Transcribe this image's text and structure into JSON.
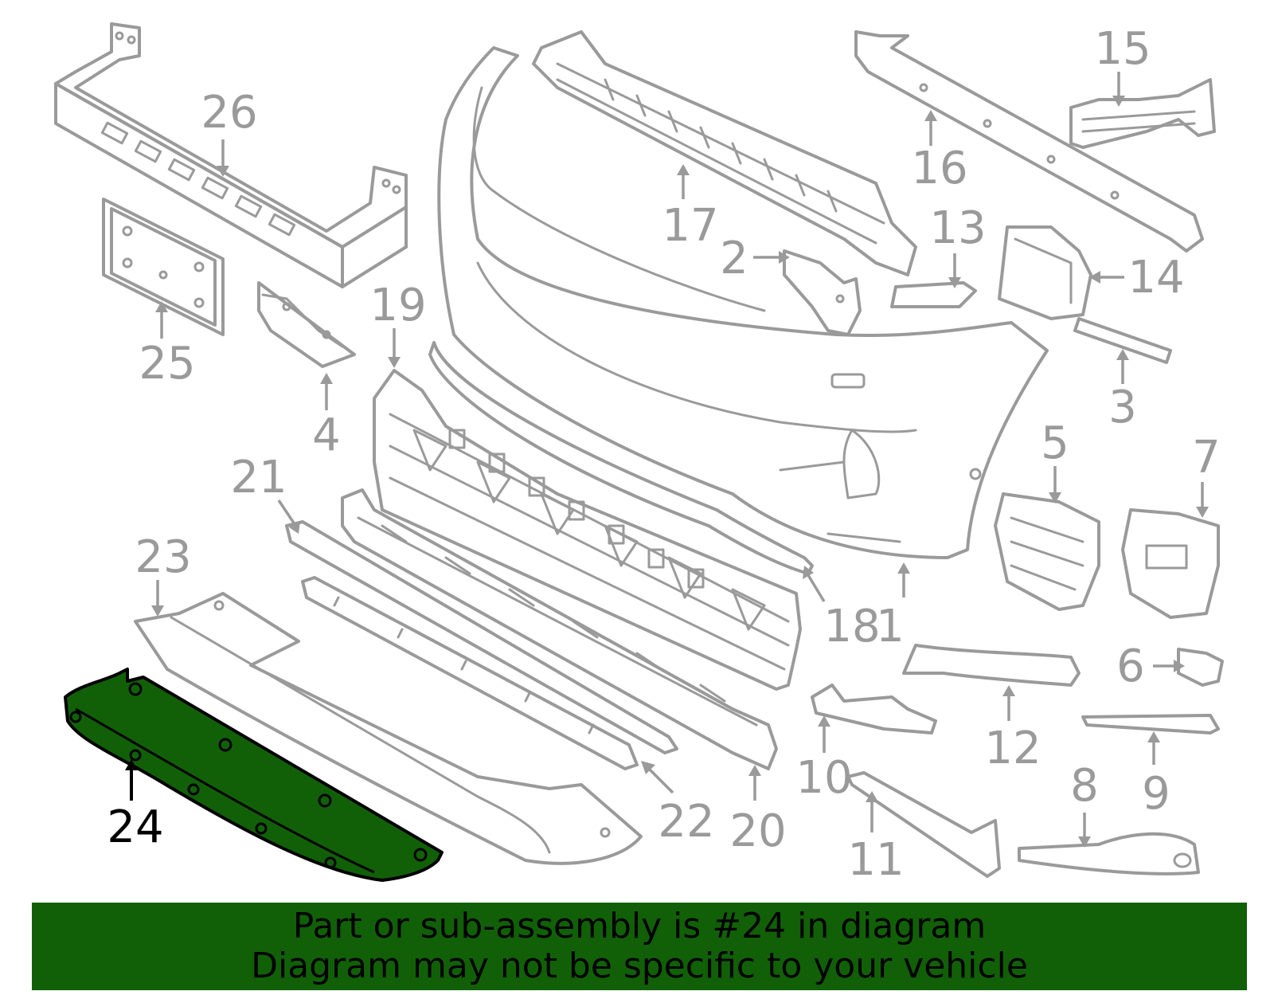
{
  "diagram": {
    "highlighted_part": "24",
    "callouts": [
      "1",
      "2",
      "3",
      "4",
      "5",
      "6",
      "7",
      "8",
      "9",
      "10",
      "11",
      "12",
      "13",
      "14",
      "15",
      "16",
      "17",
      "18",
      "19",
      "20",
      "21",
      "22",
      "23",
      "24",
      "25",
      "26"
    ],
    "colors": {
      "highlight": "#116008",
      "lines": "#9a9a9a",
      "banner": "#116008"
    }
  },
  "banner": {
    "line1": "Part or sub-assembly is #24 in diagram",
    "line2": "Diagram may not be specific to your vehicle"
  }
}
